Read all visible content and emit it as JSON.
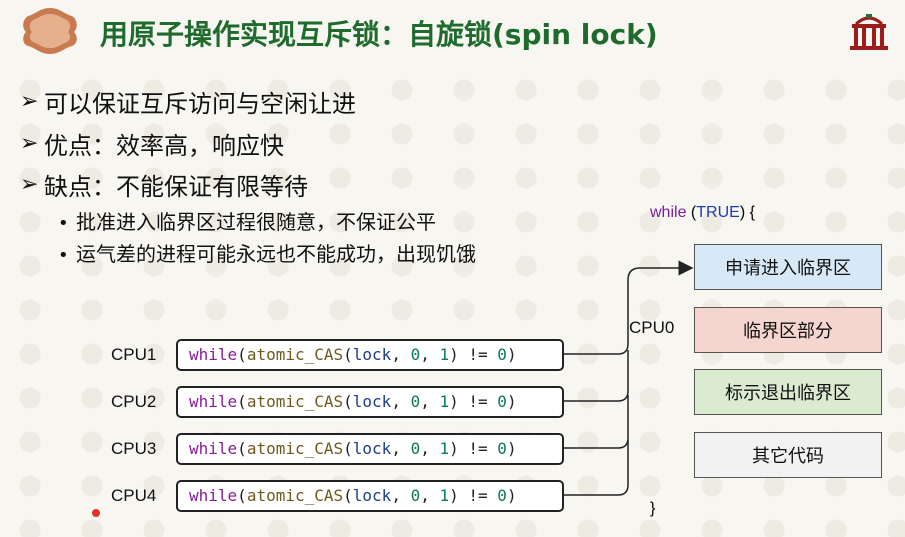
{
  "title": "用原子操作实现互斥锁：自旋锁(spin lock)",
  "bullets": [
    "可以保证互斥访问与空闲让进",
    "优点：效率高，响应快",
    "缺点：不能保证有限等待"
  ],
  "sub_bullets": [
    "批准进入临界区过程很随意，不保证公平",
    "运气差的进程可能永远也不能成功，出现饥饿"
  ],
  "cpus": [
    {
      "label": "CPU1",
      "code": {
        "kw": "while",
        "fn": "atomic_CAS",
        "var": "lock",
        "a": "0",
        "b": "1",
        "rhs": "0"
      }
    },
    {
      "label": "CPU2",
      "code": {
        "kw": "while",
        "fn": "atomic_CAS",
        "var": "lock",
        "a": "0",
        "b": "1",
        "rhs": "0"
      }
    },
    {
      "label": "CPU3",
      "code": {
        "kw": "while",
        "fn": "atomic_CAS",
        "var": "lock",
        "a": "0",
        "b": "1",
        "rhs": "0"
      }
    },
    {
      "label": "CPU4",
      "code": {
        "kw": "while",
        "fn": "atomic_CAS",
        "var": "lock",
        "a": "0",
        "b": "1",
        "rhs": "0"
      }
    }
  ],
  "winner_label": "CPU0",
  "loop": {
    "kw": "while",
    "cond": "TRUE",
    "close": "}"
  },
  "steps": [
    "申请进入临界区",
    "临界区部分",
    "标示退出临界区",
    "其它代码"
  ],
  "colors": {
    "title": "#1f6b2e",
    "step1": "#d7e8f6",
    "step2": "#f4d5cf",
    "step3": "#dbebd2",
    "step4": "#f2f2f2"
  }
}
